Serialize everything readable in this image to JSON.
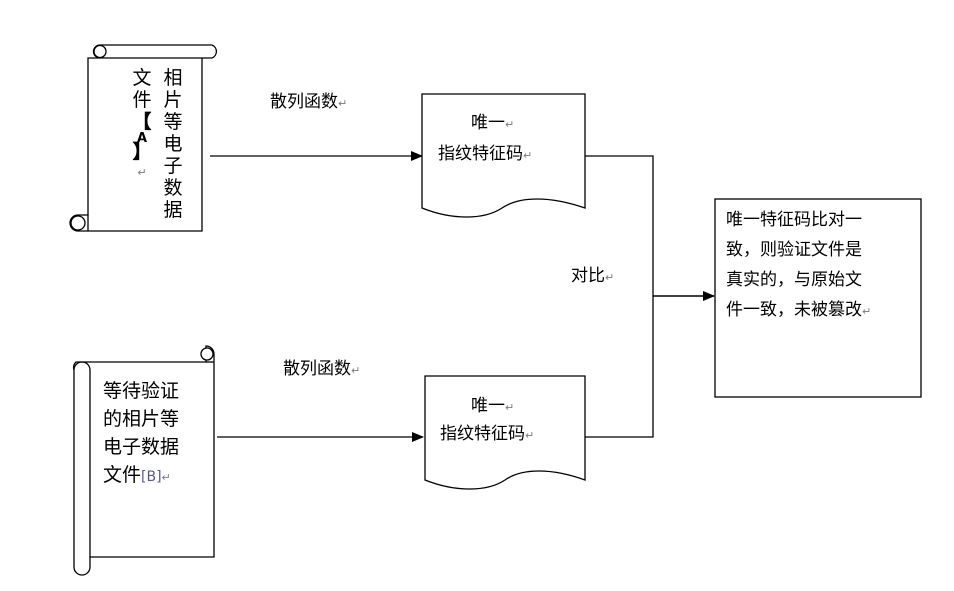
{
  "file_a": {
    "text_col1": [
      "相",
      "片",
      "等",
      "电",
      "子",
      "数",
      "据"
    ],
    "text_col2": [
      "文",
      "件",
      "【",
      "A",
      "】"
    ],
    "return_mark": "↵"
  },
  "file_b": {
    "lines": [
      "等待验证",
      "的相片等",
      "电子数据",
      "文件"
    ],
    "tag": "[B]",
    "para_mark": "↵"
  },
  "hash_label_top": "散列函数",
  "hash_label_bottom": "散列函数",
  "compare_label": "对比",
  "fingerprint_top": {
    "line1": "唯一",
    "line2": "指纹特征码"
  },
  "fingerprint_bottom": {
    "line1": "唯一",
    "line2": "指纹特征码"
  },
  "result": {
    "lines": [
      "唯一特征码比对一",
      "致，则验证文件是",
      "真实的，与原始文",
      "件一致，未被篡改"
    ]
  },
  "para_mark": "↵"
}
